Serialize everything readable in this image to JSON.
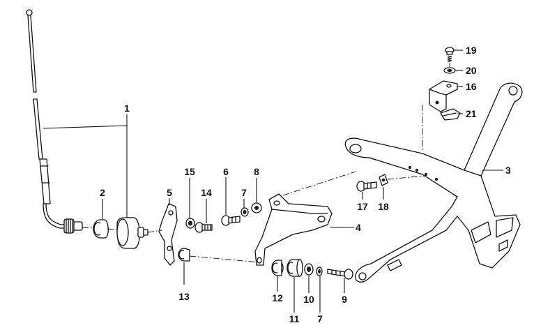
{
  "callouts": {
    "c1": "1",
    "c2": "2",
    "c3": "3",
    "c4": "4",
    "c5": "5",
    "c6": "6",
    "c7a": "7",
    "c7b": "7",
    "c8": "8",
    "c9": "9",
    "c10": "10",
    "c11": "11",
    "c12": "12",
    "c13": "13",
    "c14": "14",
    "c15": "15",
    "c16": "16",
    "c17": "17",
    "c18": "18",
    "c19": "19",
    "c20": "20",
    "c21": "21"
  },
  "colors": {
    "line": "#111111",
    "background": "#ffffff",
    "shade": "#d8d8d8"
  }
}
